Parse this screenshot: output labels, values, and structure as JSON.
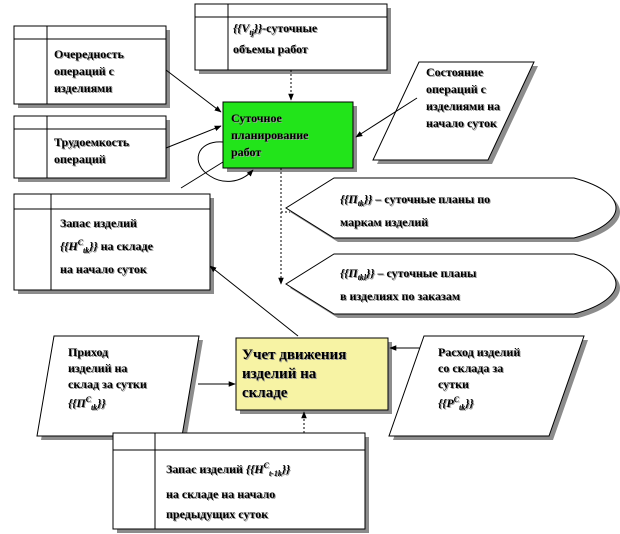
{
  "nodes": {
    "daily_volumes": {
      "formula": "{{V",
      "formula_sub": "tj",
      "formula_end": "}}",
      "line1": "-суточные",
      "line2": "объемы работ"
    },
    "operation_order": {
      "line1": "Очередность",
      "line2": "операций с",
      "line3": "изделиями"
    },
    "labor_intensity": {
      "line1": "Трудоемкость",
      "line2": "операций"
    },
    "daily_planning": {
      "line1": "Суточное",
      "line2": "планирование",
      "line3": "работ"
    },
    "operations_state": {
      "line1": "Состояние",
      "line2": "операций с",
      "line3": "изделиями на",
      "line4": "начало суток"
    },
    "stock_start": {
      "line1": "Запас изделий",
      "formula": "{{H",
      "formula_sup": "C",
      "formula_sub": "tk",
      "formula_end": "}}",
      "line2_rest": " на складе",
      "line3": "на начало суток"
    },
    "plan_by_brand": {
      "formula": "{{П",
      "formula_sub": "tk",
      "formula_end": "}}",
      "line1_rest": " – суточные планы по",
      "line2": "маркам  изделий"
    },
    "plan_by_order": {
      "formula": "{{П",
      "formula_sub": "tkl",
      "formula_end": "}}",
      "line1_rest": " – суточные планы",
      "line2": "в изделиях по заказам"
    },
    "income": {
      "line1": "Приход",
      "line2": "изделий на",
      "line3": "склад за сутки",
      "formula": "{{П",
      "formula_sup": "C",
      "formula_sub": "tk",
      "formula_end": "}}"
    },
    "movement_accounting": {
      "line1": "Учет движения",
      "line2": "изделий на",
      "line3": "складе"
    },
    "expense": {
      "line1": "Расход изделий",
      "line2": "со склада за",
      "line3": "сутки",
      "formula": "{{P",
      "formula_sup": "C",
      "formula_sub": "tk",
      "formula_end": "}}"
    },
    "stock_previous": {
      "line1_start": "Запас изделий ",
      "formula": "{{H",
      "formula_sup": "C",
      "formula_sub": "t-1k",
      "formula_end": "}}",
      "line2": "на складе  на начало",
      "line3": "предыдущих  суток"
    }
  },
  "colors": {
    "planning_fill": "#22e41a",
    "accounting_fill": "#f7f3a4",
    "stroke": "#000000",
    "shadow": "#8c8c8c"
  }
}
